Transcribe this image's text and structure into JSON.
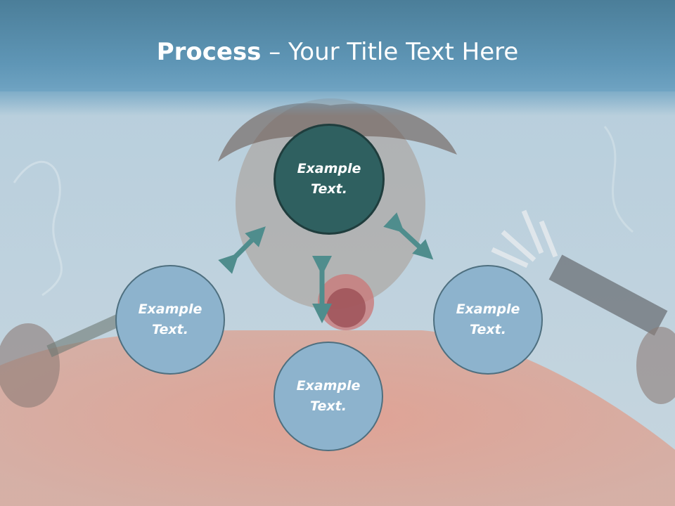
{
  "slide": {
    "title_bold": "Process",
    "title_rest": " – Your Title Text Here"
  },
  "nodes": [
    {
      "line1": "Example",
      "line2": "Text."
    },
    {
      "line1": "Example",
      "line2": "Text."
    },
    {
      "line1": "Example",
      "line2": "Text."
    },
    {
      "line1": "Example",
      "line2": "Text."
    }
  ],
  "colors": {
    "title_bar": "#5f96b6",
    "center_circle": "#2f6060",
    "outer_circle": "#8db3cd",
    "arrow": "#4f8d8d"
  }
}
